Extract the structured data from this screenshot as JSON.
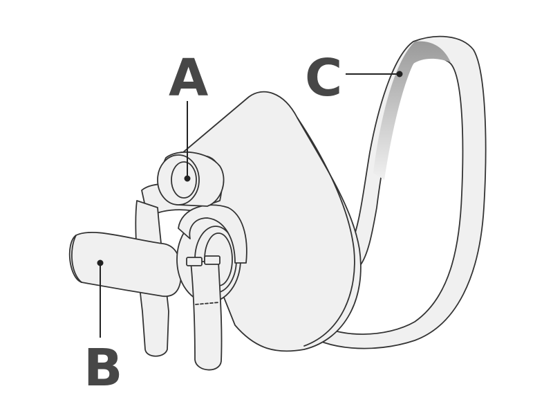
{
  "diagram": {
    "labels": {
      "a": "A",
      "b": "B",
      "c": "C"
    },
    "colors": {
      "outline": "#333333",
      "fill": "#f0f0f0",
      "shade": "#b8b8b8",
      "label": "#474747",
      "leader": "#222222"
    }
  }
}
